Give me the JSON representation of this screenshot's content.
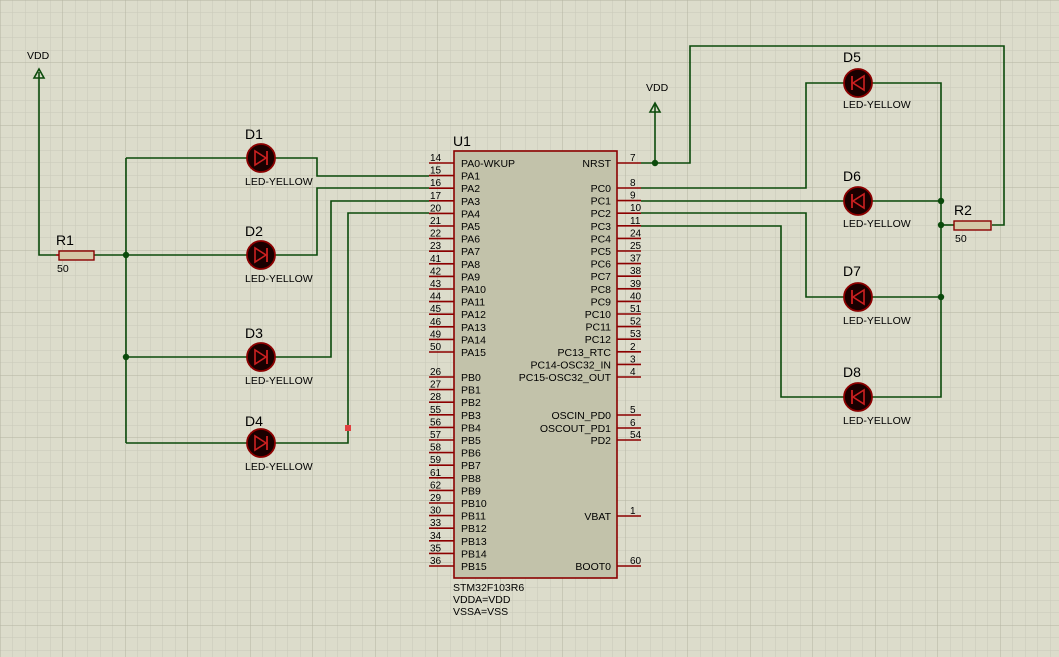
{
  "chip": {
    "ref": "U1",
    "part": "STM32F103R6",
    "props": [
      "VDDA=VDD",
      "VSSA=VSS"
    ],
    "left_pins": [
      {
        "num": "14",
        "name": "PA0-WKUP"
      },
      {
        "num": "15",
        "name": "PA1"
      },
      {
        "num": "16",
        "name": "PA2"
      },
      {
        "num": "17",
        "name": "PA3"
      },
      {
        "num": "20",
        "name": "PA4"
      },
      {
        "num": "21",
        "name": "PA5"
      },
      {
        "num": "22",
        "name": "PA6"
      },
      {
        "num": "23",
        "name": "PA7"
      },
      {
        "num": "41",
        "name": "PA8"
      },
      {
        "num": "42",
        "name": "PA9"
      },
      {
        "num": "43",
        "name": "PA10"
      },
      {
        "num": "44",
        "name": "PA11"
      },
      {
        "num": "45",
        "name": "PA12"
      },
      {
        "num": "46",
        "name": "PA13"
      },
      {
        "num": "49",
        "name": "PA14"
      },
      {
        "num": "50",
        "name": "PA15"
      },
      {
        "num": "26",
        "name": "PB0"
      },
      {
        "num": "27",
        "name": "PB1"
      },
      {
        "num": "28",
        "name": "PB2"
      },
      {
        "num": "55",
        "name": "PB3"
      },
      {
        "num": "56",
        "name": "PB4"
      },
      {
        "num": "57",
        "name": "PB5"
      },
      {
        "num": "58",
        "name": "PB6"
      },
      {
        "num": "59",
        "name": "PB7"
      },
      {
        "num": "61",
        "name": "PB8"
      },
      {
        "num": "62",
        "name": "PB9"
      },
      {
        "num": "29",
        "name": "PB10"
      },
      {
        "num": "30",
        "name": "PB11"
      },
      {
        "num": "33",
        "name": "PB12"
      },
      {
        "num": "34",
        "name": "PB13"
      },
      {
        "num": "35",
        "name": "PB14"
      },
      {
        "num": "36",
        "name": "PB15"
      }
    ],
    "right_pins": [
      {
        "num": "7",
        "name": "NRST"
      },
      {
        "num": "8",
        "name": "PC0"
      },
      {
        "num": "9",
        "name": "PC1"
      },
      {
        "num": "10",
        "name": "PC2"
      },
      {
        "num": "11",
        "name": "PC3"
      },
      {
        "num": "24",
        "name": "PC4"
      },
      {
        "num": "25",
        "name": "PC5"
      },
      {
        "num": "37",
        "name": "PC6"
      },
      {
        "num": "38",
        "name": "PC7"
      },
      {
        "num": "39",
        "name": "PC8"
      },
      {
        "num": "40",
        "name": "PC9"
      },
      {
        "num": "51",
        "name": "PC10"
      },
      {
        "num": "52",
        "name": "PC11"
      },
      {
        "num": "53",
        "name": "PC12"
      },
      {
        "num": "2",
        "name": "PC13_RTC"
      },
      {
        "num": "3",
        "name": "PC14-OSC32_IN"
      },
      {
        "num": "4",
        "name": "PC15-OSC32_OUT"
      },
      {
        "num": "5",
        "name": "OSCIN_PD0"
      },
      {
        "num": "6",
        "name": "OSCOUT_PD1"
      },
      {
        "num": "54",
        "name": "PD2"
      },
      {
        "num": "1",
        "name": "VBAT"
      },
      {
        "num": "60",
        "name": "BOOT0"
      }
    ]
  },
  "leds": [
    {
      "ref": "D1",
      "type": "LED-YELLOW"
    },
    {
      "ref": "D2",
      "type": "LED-YELLOW"
    },
    {
      "ref": "D3",
      "type": "LED-YELLOW"
    },
    {
      "ref": "D4",
      "type": "LED-YELLOW"
    },
    {
      "ref": "D5",
      "type": "LED-YELLOW"
    },
    {
      "ref": "D6",
      "type": "LED-YELLOW"
    },
    {
      "ref": "D7",
      "type": "LED-YELLOW"
    },
    {
      "ref": "D8",
      "type": "LED-YELLOW"
    }
  ],
  "resistors": [
    {
      "ref": "R1",
      "value": "50"
    },
    {
      "ref": "R2",
      "value": "50"
    }
  ],
  "power": [
    {
      "label": "VDD"
    },
    {
      "label": "VDD"
    }
  ],
  "colors": {
    "background": "#dcdccb",
    "grid_minor": "#c9c9b8",
    "grid_major": "#b4b4a2",
    "wire": "#0b4a0b",
    "pin": "#8b0000",
    "chip_fill": "#c2c2aa",
    "led_body": "#1a0000",
    "resistor_fill": "#d4c9a8"
  }
}
